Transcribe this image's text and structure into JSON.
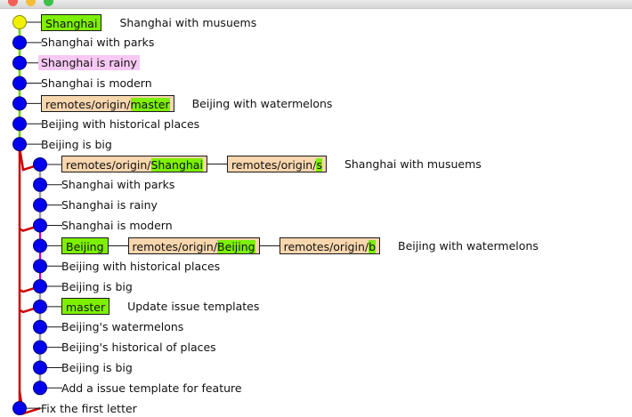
{
  "window": {
    "traffic_lights": {
      "red": "#f3605a",
      "yellow": "#f8bd37",
      "green": "#3ec14a"
    }
  },
  "colors": {
    "local_branch_bg": "#7df000",
    "remote_branch_bg": "#f8d6ae",
    "selected_row_bg": "#f8c8f4",
    "head_node": "#f0f000",
    "node": "#0000ee",
    "lane_main": "#cc0000",
    "lane_branch": "#a0a0a0",
    "lane_magenta": "#d000d0",
    "lane_head": "#6cd000"
  },
  "commits": [
    {
      "message": "Shanghai with musuems",
      "lane": 0,
      "head": true,
      "refs": [
        {
          "type": "local",
          "prefix": "",
          "name": "Shanghai"
        }
      ]
    },
    {
      "message": "Shanghai with parks",
      "lane": 0,
      "refs": []
    },
    {
      "message": "Shanghai is rainy",
      "lane": 0,
      "selected": true,
      "refs": []
    },
    {
      "message": "Shanghai is modern",
      "lane": 0,
      "refs": []
    },
    {
      "message": "Beijing with watermelons",
      "lane": 0,
      "refs": [
        {
          "type": "remote",
          "prefix": "remotes/origin/",
          "name": "master"
        }
      ]
    },
    {
      "message": "Beijing with historical places",
      "lane": 0,
      "refs": []
    },
    {
      "message": "Beijing is big",
      "lane": 0,
      "refs": []
    },
    {
      "message": "Shanghai with musuems",
      "lane": 1,
      "refs": [
        {
          "type": "remote",
          "prefix": "remotes/origin/",
          "name": "Shanghai"
        },
        {
          "type": "remote",
          "prefix": "remotes/origin/",
          "name": "s"
        }
      ]
    },
    {
      "message": "Shanghai with parks",
      "lane": 1,
      "refs": []
    },
    {
      "message": "Shanghai is rainy",
      "lane": 1,
      "refs": []
    },
    {
      "message": "Shanghai is modern",
      "lane": 1,
      "refs": []
    },
    {
      "message": "Beijing with watermelons",
      "lane": 1,
      "refs": [
        {
          "type": "local",
          "prefix": "",
          "name": "Beijing"
        },
        {
          "type": "remote",
          "prefix": "remotes/origin/",
          "name": "Beijing"
        },
        {
          "type": "remote",
          "prefix": "remotes/origin/",
          "name": "b"
        }
      ]
    },
    {
      "message": "Beijing with historical places",
      "lane": 1,
      "refs": []
    },
    {
      "message": "Beijing is big",
      "lane": 1,
      "refs": []
    },
    {
      "message": "Update issue templates",
      "lane": 1,
      "refs": [
        {
          "type": "local",
          "prefix": "",
          "name": "master"
        }
      ]
    },
    {
      "message": "Beijing's watermelons",
      "lane": 1,
      "refs": []
    },
    {
      "message": "Beijing's historical of places",
      "lane": 1,
      "refs": []
    },
    {
      "message": "Beijing is big",
      "lane": 1,
      "refs": []
    },
    {
      "message": "Add a issue template for feature",
      "lane": 1,
      "refs": []
    },
    {
      "message": "Fix the first letter",
      "lane": 0,
      "refs": []
    }
  ]
}
